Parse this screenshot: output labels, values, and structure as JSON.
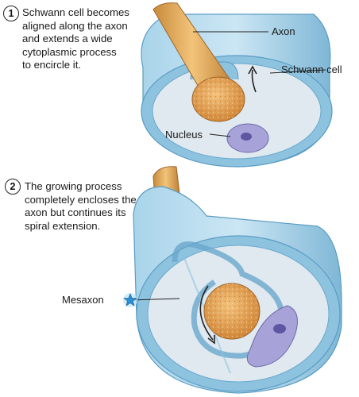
{
  "steps": [
    {
      "number": "1",
      "lines": [
        "Schwann cell becomes",
        "aligned along the axon",
        "and extends a wide",
        "cytoplasmic process",
        "to encircle it."
      ]
    },
    {
      "number": "2",
      "lines": [
        "The growing process",
        "completely encloses the",
        "axon but continues its",
        "spiral extension."
      ]
    }
  ],
  "labels": {
    "axon": "Axon",
    "schwann_cell": "Schwann cell",
    "nucleus": "Nucleus",
    "mesaxon": "Mesaxon"
  },
  "colors": {
    "schwann_membrane": "#8ec3df",
    "schwann_dark": "#5a9cc4",
    "cytoplasm": "#dfe9ef",
    "axon_gold": "#e3a24c",
    "axon_core": "#d58a3a",
    "nucleus": "#8a86c6",
    "mesaxon_star": "#2b8fd6"
  }
}
